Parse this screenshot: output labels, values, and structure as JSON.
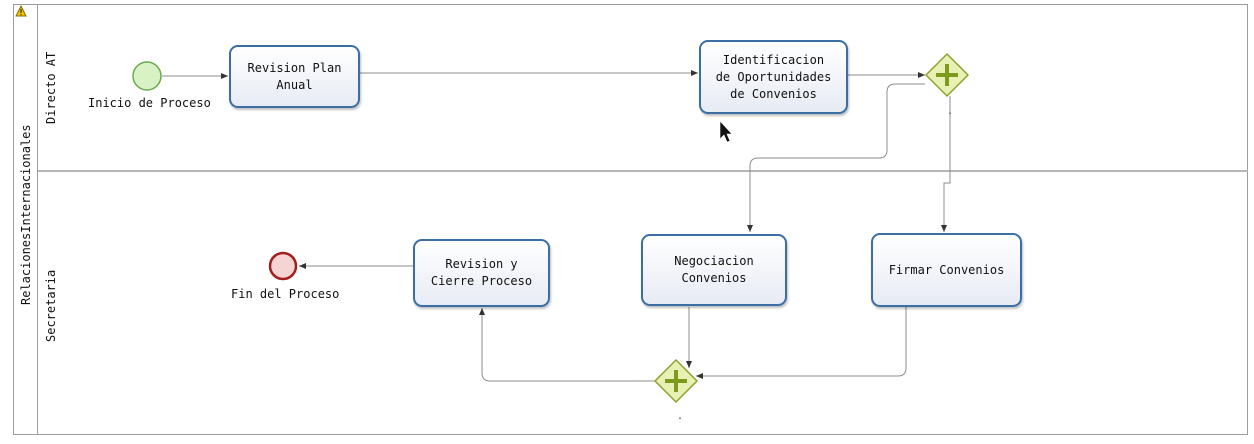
{
  "pool": {
    "name": "RelacionesInternacionales"
  },
  "lanes": [
    {
      "id": "directo",
      "name": "Directo AT"
    },
    {
      "id": "secretaria",
      "name": "Secretaria"
    }
  ],
  "events": {
    "start": {
      "label": "Inicio de Proceso",
      "color": "#6aa84f",
      "fill": "#d9f2c4"
    },
    "end": {
      "label": "Fin del Proceso",
      "color": "#a31f1f",
      "fill": "#f6d4d4"
    }
  },
  "tasks": {
    "revision_plan": {
      "label_lines": [
        "Revision Plan",
        "Anual"
      ]
    },
    "identificacion": {
      "label_lines": [
        "Identificacion",
        "de Oportunidades",
        "de Convenios"
      ]
    },
    "negociacion": {
      "label_lines": [
        "Negociacion",
        "Convenios"
      ]
    },
    "firmar": {
      "label_lines": [
        "Firmar Convenios"
      ]
    },
    "revision_cierre": {
      "label_lines": [
        "Revision y",
        "Cierre Proceso"
      ]
    }
  },
  "gateways": {
    "split": {
      "type": "parallel",
      "label": "."
    },
    "join": {
      "type": "parallel",
      "label": "."
    }
  },
  "colors": {
    "task_border": "#3a6ea5",
    "gateway_fill": "#e9f0b4",
    "gateway_stroke": "#8da22e",
    "gateway_plus": "#7d9a1d",
    "flow_line": "#8c8c8c"
  },
  "icons": {
    "warning": "warning-icon",
    "cursor": "mouse-pointer-icon"
  }
}
